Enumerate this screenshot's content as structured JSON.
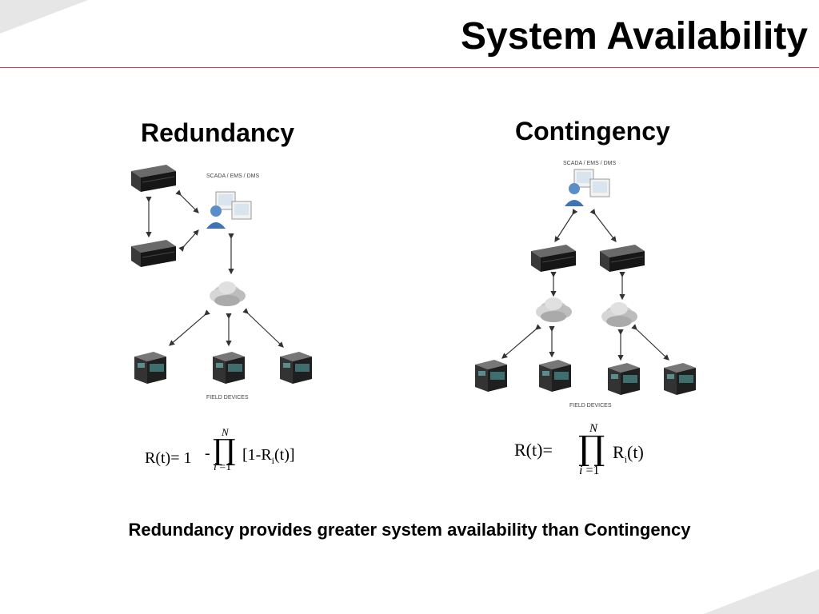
{
  "title": "System Availability",
  "redundancy": {
    "heading": "Redundancy",
    "top_label": "SCADA / EMS / DMS",
    "bottom_label": "FIELD DEVICES",
    "formula": {
      "lhs": "R(t)= 1",
      "minus": "-",
      "upper": "N",
      "lower_var": "i",
      "lower_rest": " =1",
      "term": "[1-R",
      "term_sub": "i",
      "term_end": "(t)]"
    }
  },
  "contingency": {
    "heading": "Contingency",
    "top_label": "SCADA / EMS / DMS",
    "bottom_label": "FIELD DEVICES",
    "formula": {
      "lhs": "R(t)=",
      "upper": "N",
      "lower_var": "i",
      "lower_rest": " =1",
      "term": "R",
      "term_sub": "i",
      "term_end": "(t)"
    }
  },
  "conclusion": "Redundancy provides greater system availability than Contingency",
  "colors": {
    "rule": "#d04060",
    "server": "#1a1a1a",
    "cloud": "#cfcfcf",
    "user": "#5b8ec9"
  }
}
